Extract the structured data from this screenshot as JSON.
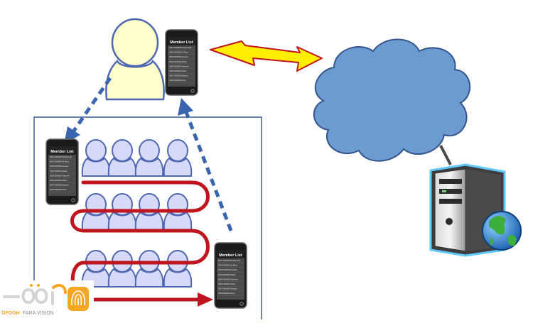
{
  "phone": {
    "title": "Member List",
    "rows": [
      "0001 0000000 Mohammad",
      "0002 0000000 Ali Reza",
      "0003 0000000 Hossein",
      "0004 0000000 Mahdi",
      "0005 0000000 Fatemeh",
      "0006 0000000 Zahra",
      "0007 0000000 Maryam",
      "0008 0000000 Reza"
    ]
  },
  "logo": {
    "brand_line": "OFOGH",
    "brand_rest": "FARA VISION"
  },
  "colors": {
    "person_fill": "#ffffcc",
    "member_fill": "#d6daf8",
    "outline": "#4f67b0",
    "cloud": "#6c9bd2",
    "red_path": "#c0141f",
    "blue_dash": "#3a64ad",
    "bolt": "#ffee00"
  }
}
